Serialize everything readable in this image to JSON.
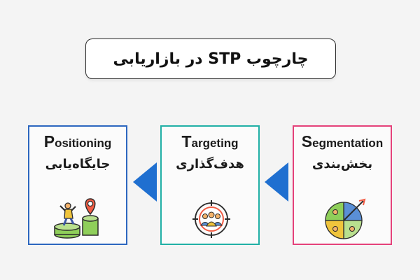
{
  "title": "چارچوب STP در بازاریابی",
  "cards": [
    {
      "en_initial": "P",
      "en_rest": "ositioning",
      "fa": "جایگاه‌یابی",
      "border": "#2c66bf",
      "icon": "climbing-success-icon"
    },
    {
      "en_initial": "T",
      "en_rest": "argeting",
      "fa": "هدف‌گذاری",
      "border": "#21b0a6",
      "icon": "target-audience-icon"
    },
    {
      "en_initial": "S",
      "en_rest": "egmentation",
      "fa": "بخش‌بندی",
      "border": "#e4417a",
      "icon": "segmented-dartboard-icon"
    }
  ],
  "arrow_color": "#1f6fd0"
}
